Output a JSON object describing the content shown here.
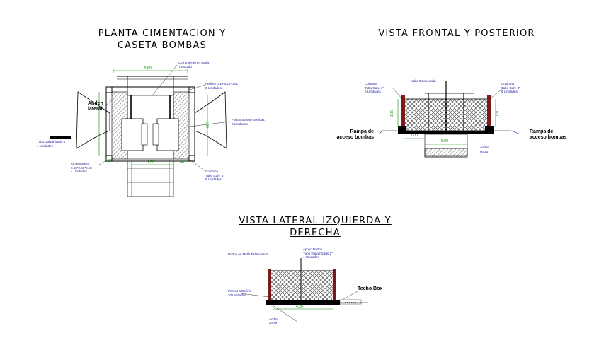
{
  "titles": {
    "planta": "PLANTA CIMENTACION Y",
    "planta2": "CASETA BOMBAS",
    "frontal": "VISTA FRONTAL Y POSTERIOR",
    "lateral": "VISTA LATERAL IZQUIERDA Y",
    "lateral2": "DERECHA"
  },
  "planta": {
    "anden_lateral_1": "Anden",
    "anden_lateral_2": "lateral",
    "cerramiento": "Cerramiento en Malla",
    "cerramiento2": "Trenzado",
    "perfiles": "Perfiles 0.10*0.10*0.01",
    "perfiles2": "6 Unidades",
    "porton": "Porton acceso Bombas",
    "porton2": "2 Unidades",
    "tubo": "Tubo Galvanizado 6\"",
    "tubo2": "4 Unidades",
    "cimentacion": "Cimentacion",
    "cimentacion2": "0.60*0.60*0.60",
    "cimentacion3": "4 Unidades",
    "columna": "Columna",
    "columna2": "Tubo Galv. 6\"",
    "columna3": "6 Unidades",
    "dim_top": "5.60",
    "dim_right": "4.00",
    "dim_bottom": "2.00",
    "dim_bottom2": "1.80",
    "dim_left": "0.60"
  },
  "frontal": {
    "malla": "Malla Eslabonada",
    "columna_l": "Columna",
    "columna_l2": "Tubo Galv. 4\"",
    "columna_l3": "6 Unidades",
    "columna_r": "Columna",
    "columna_r2": "Tubo Galv. 4\"",
    "columna_r3": "6 Unidades",
    "rampa_l": "Rampa de",
    "rampa_l2": "acceso bombas",
    "rampa_r": "Rampa de",
    "rampa_r2": "acceso bombas",
    "anden": "Anden",
    "anden2": "e0.10",
    "dim_h_l": "1.80",
    "dim_h_r": "1.80",
    "dim_w1": "1.00",
    "dim_w2": "5.80"
  },
  "lateral": {
    "porton_malla": "Porton en Malla Eslabonada",
    "apoyo": "Apoyo Porton",
    "apoyo2": "Tubo Galvanizado 2\"",
    "apoyo3": "4 Unidades",
    "pernos": "Pernos a Definir",
    "pernos2": "20 Unidades",
    "techo": "Techo Box",
    "anden": "Anden",
    "anden2": "e0.10",
    "dim_w": "4.20"
  }
}
